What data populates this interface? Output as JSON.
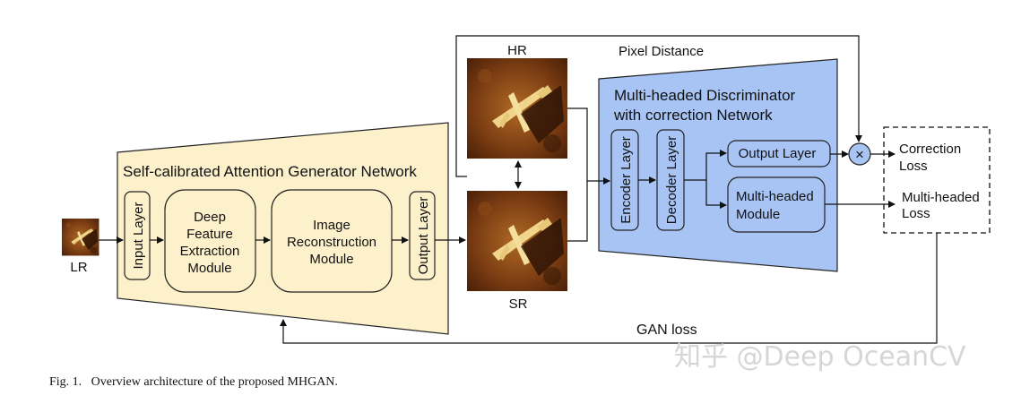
{
  "generator": {
    "title": "Self-calibrated Attention Generator Network",
    "input_layer": "Input Layer",
    "deep_feature": [
      "Deep",
      "Feature",
      "Extraction",
      "Module"
    ],
    "image_recon": [
      "Image",
      "Reconstruction",
      "Module"
    ],
    "output_layer": "Output Layer"
  },
  "discriminator": {
    "title": [
      "Multi-headed Discriminator",
      "with correction Network"
    ],
    "encoder": "Encoder Layer",
    "decoder": "Decoder Layer",
    "output_layer": "Output Layer",
    "multi_head": [
      "Multi-headed",
      "Module"
    ]
  },
  "images": {
    "lr": "LR",
    "hr": "HR",
    "sr": "SR"
  },
  "losses": {
    "pixel": "Pixel Distance",
    "correction": [
      "Correction",
      "Loss"
    ],
    "multi": [
      "Multi-headed",
      "Loss"
    ],
    "gan": "GAN loss"
  },
  "operator": "×",
  "caption": "Fig. 1.   Overview architecture of the proposed MHGAN.",
  "watermark": "知乎 @Deep OceanCV",
  "colors": {
    "generator_fill": "#fdf1cc",
    "discriminator_fill": "#a7c4f4",
    "module_fill": "#fdf1cc",
    "disc_module_fill": "#a7c4f4",
    "sonar_dark": "#5a2a0a",
    "sonar_light": "#c98a3a"
  }
}
